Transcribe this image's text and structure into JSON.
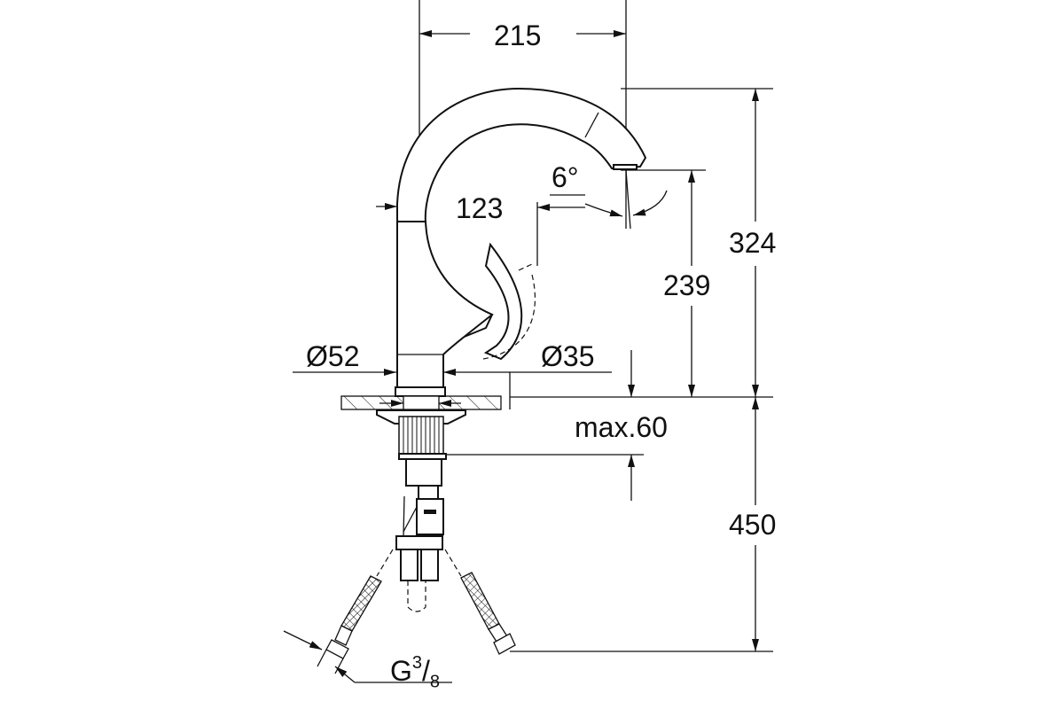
{
  "dimensions": {
    "spout_reach": "215",
    "spout_angle": "6°",
    "handle_clearance": "123",
    "total_height": "324",
    "outlet_height": "239",
    "body_diameter": "Ø52",
    "hole_diameter": "Ø35",
    "max_counter_thickness": "max.60",
    "hose_length": "450",
    "connection_thread": "G",
    "connection_thread_num": "3",
    "connection_thread_den": "8"
  }
}
